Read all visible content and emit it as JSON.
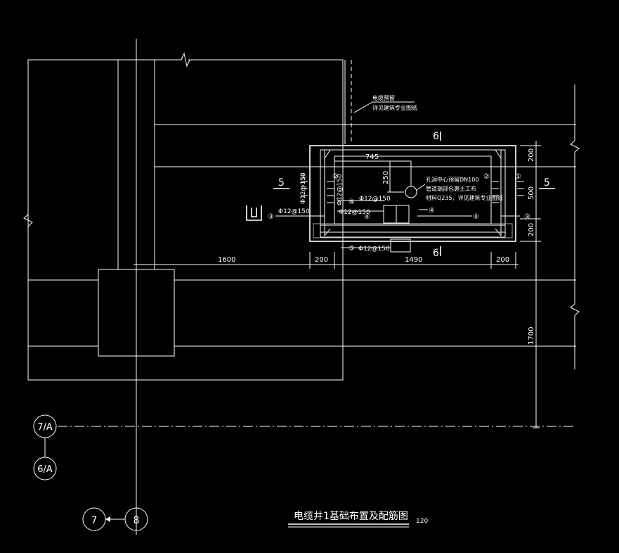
{
  "title": {
    "text": "电缆井1基础布置及配筋图",
    "scale": "120"
  },
  "axes": {
    "grid_7A": "7/A",
    "grid_6A": "6/A",
    "grid_7": "7",
    "grid_8": "8"
  },
  "dimensions": {
    "d1600": "1600",
    "d200_left": "200",
    "d1490": "1490",
    "d200_right": "200",
    "d745": "745",
    "d250": "250",
    "d200_top": "200",
    "d500": "500",
    "d200_bottom": "200",
    "d1700": "1700"
  },
  "section_marks": {
    "left5": "5",
    "right5": "5",
    "top6": "6",
    "bottom6": "6"
  },
  "rebar": {
    "b1": "①",
    "b2": "②",
    "b3": "③",
    "b4": "④",
    "b5": "⑤",
    "b6": "⑥",
    "b12_150_a": "Φ12@150",
    "b12_150_b": "Φ12@150",
    "b12_150_c": "Φ12@150",
    "b12_150_d": "Φ12@150",
    "b12_150_e": "Φ12@150",
    "b12_150_f": "Φ12@150",
    "b12_150_g": "Φ12@150"
  },
  "notes": {
    "cable_line1": "电缆预留",
    "cable_line2": "详见建筑专业图纸",
    "pipe_line1": "孔洞中心预留DN100",
    "pipe_line2": "管道端部包裹土工布",
    "pipe_line3": "材料Q235，详见建筑专业图纸"
  }
}
